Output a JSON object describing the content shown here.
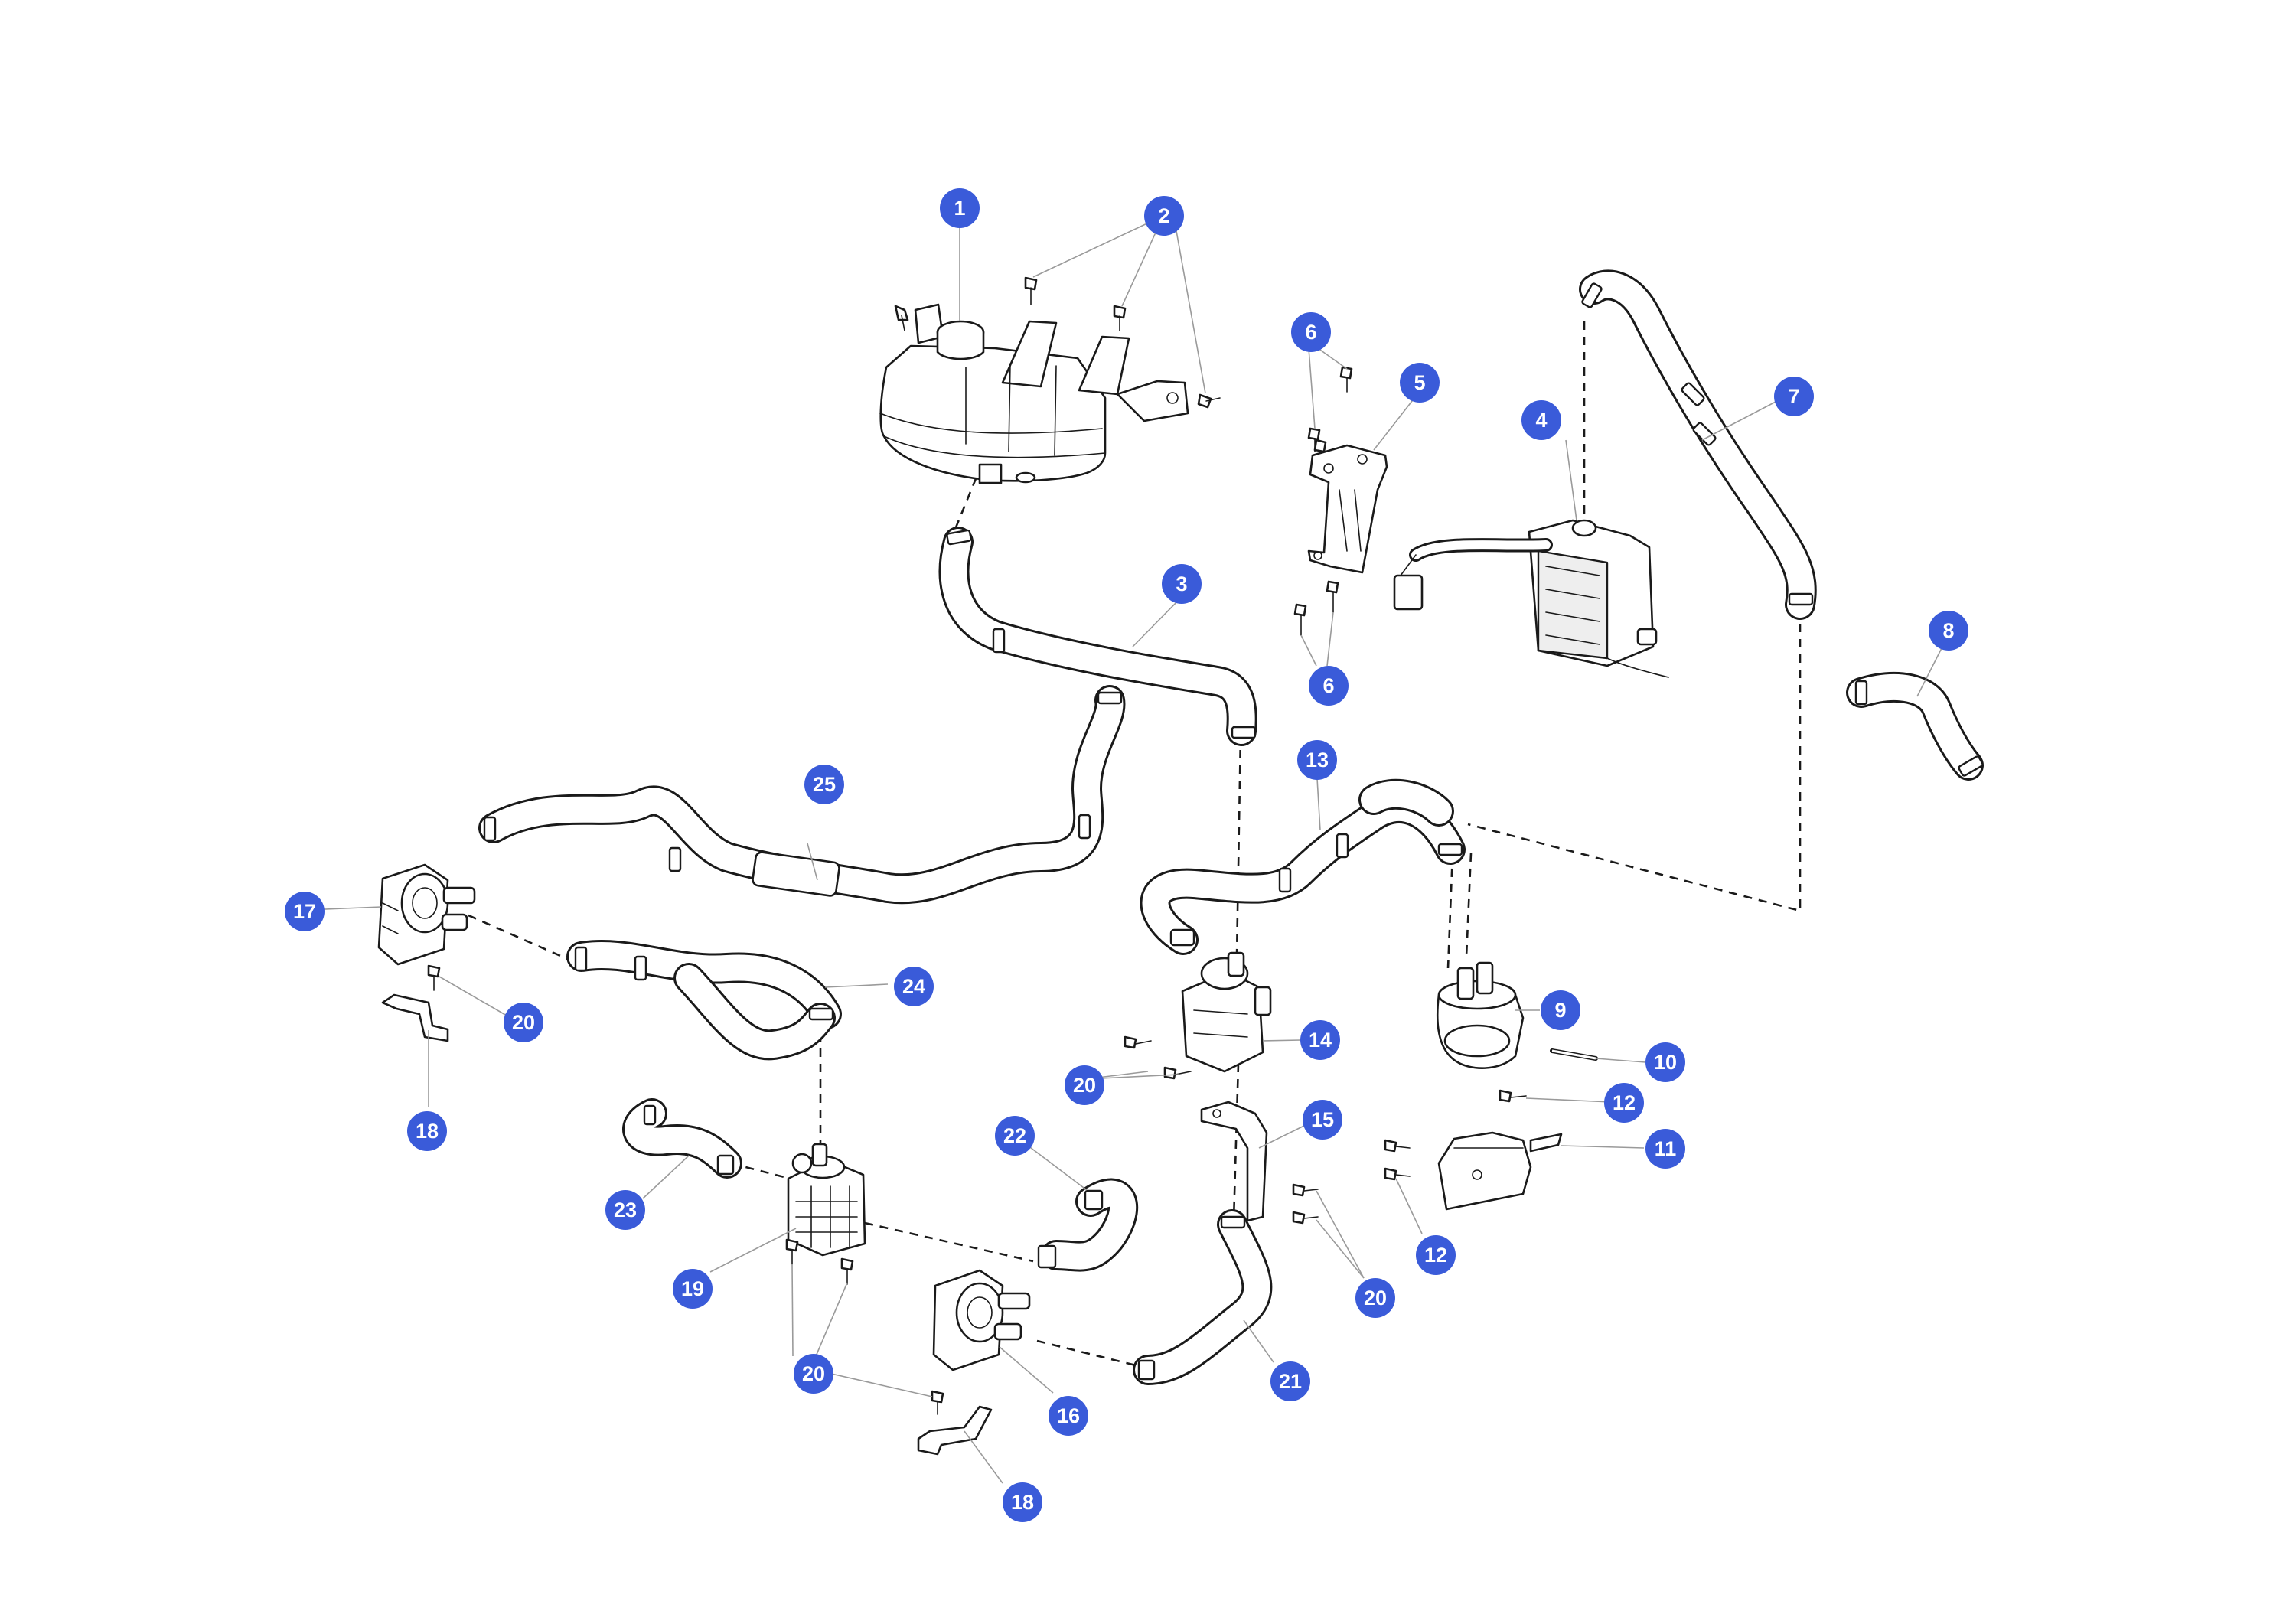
{
  "colors": {
    "callout": "#3a5bd9",
    "callout_text": "#ffffff",
    "line_art": "#1a1a1a",
    "leader": "#9a9a9a"
  },
  "callouts": {
    "c1": "1",
    "c2": "2",
    "c3": "3",
    "c4": "4",
    "c5": "5",
    "c6a": "6",
    "c6b": "6",
    "c7": "7",
    "c8": "8",
    "c9": "9",
    "c10": "10",
    "c11": "11",
    "c12a": "12",
    "c12b": "12",
    "c13": "13",
    "c14": "14",
    "c15": "15",
    "c16": "16",
    "c17": "17",
    "c18a": "18",
    "c18b": "18",
    "c19": "19",
    "c20a": "20",
    "c20b": "20",
    "c20c": "20",
    "c20d": "20",
    "c21": "21",
    "c22": "22",
    "c23": "23",
    "c24": "24",
    "c25": "25"
  }
}
